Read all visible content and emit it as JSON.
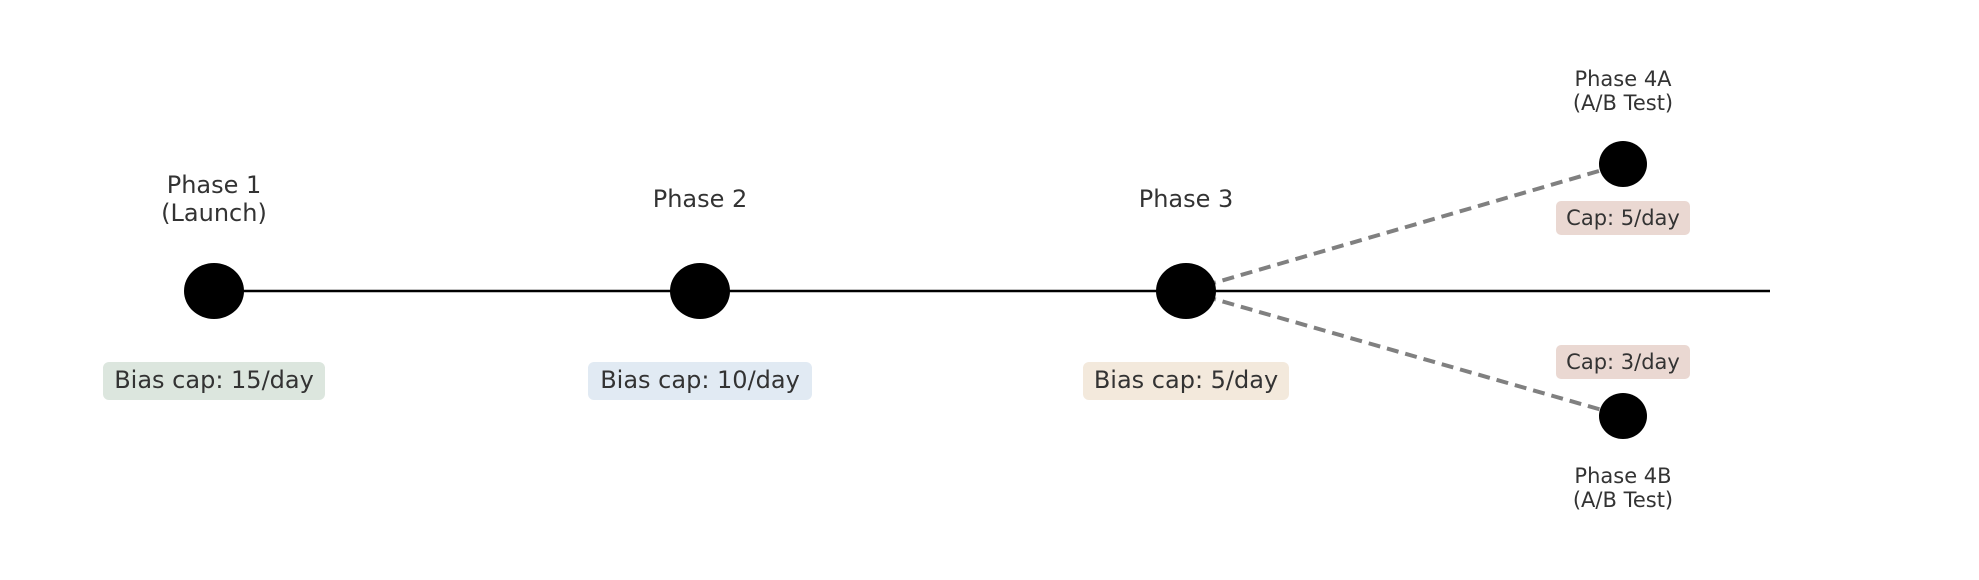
{
  "phases": [
    {
      "title_lines": [
        "Phase 1",
        "(Launch)"
      ],
      "cap": "Bias cap: 15/day",
      "cap_color": "#dce6de"
    },
    {
      "title_lines": [
        "Phase 2"
      ],
      "cap": "Bias cap: 10/day",
      "cap_color": "#e1eaf3"
    },
    {
      "title_lines": [
        "Phase 3"
      ],
      "cap": "Bias cap: 5/day",
      "cap_color": "#f3e9dc"
    }
  ],
  "branches": [
    {
      "title_lines": [
        "Phase 4A",
        "(A/B Test)"
      ],
      "cap": "Cap: 5/day",
      "cap_color": "#ead8d2"
    },
    {
      "title_lines": [
        "Phase 4B",
        "(A/B Test)"
      ],
      "cap": "Cap: 3/day",
      "cap_color": "#ead8d2"
    }
  ],
  "colors": {
    "node": "#000000",
    "timeline": "#000000",
    "branch_line": "#808080",
    "text": "#333333"
  }
}
